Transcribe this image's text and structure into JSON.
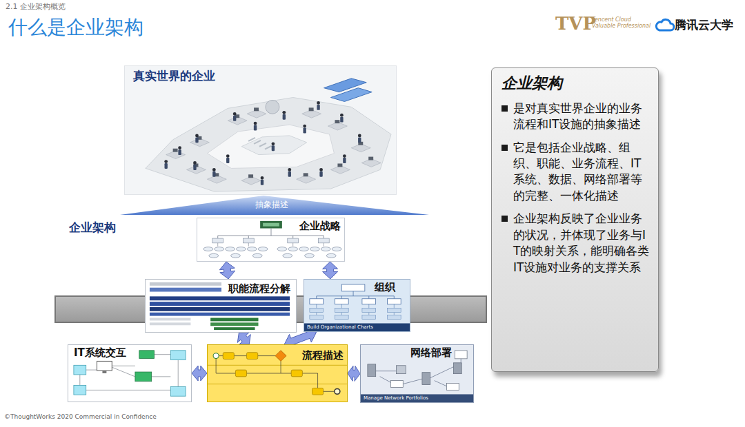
{
  "diagram": {
    "title": "什么是企业架构",
    "nodes": [
      {
        "text": [
          "真实世界的企业"
        ]
      },
      {
        "text": [
          "企业战略"
        ]
      },
      {
        "text": [
          "职能流程分解"
        ]
      },
      {
        "text": [
          "组织"
        ]
      },
      {
        "text": [
          "IT系统交互"
        ]
      },
      {
        "text": [
          "流程描述"
        ]
      },
      {
        "text": [
          "网络部署"
        ]
      },
      {
        "text": [
          "企业架构",
          "是对真实世界企业的业务流程和IT设施的抽象描述",
          "它是包括企业战略、组织、职能、业务流程、IT系统、数据、网络部署等的完整、一体化描述",
          "企业架构反映了企业业务的状况，并体现了业务与IT的映射关系，能明确各类IT设施对业务的支撑关系"
        ]
      }
    ],
    "edges": [
      {
        "from": 1,
        "to": 2,
        "arrow": "both"
      },
      {
        "from": 1,
        "to": 3,
        "arrow": "both"
      },
      {
        "from": 2,
        "to": 5,
        "arrow": "both"
      },
      {
        "from": 3,
        "to": 5,
        "arrow": "both"
      },
      {
        "from": 4,
        "to": 5,
        "arrow": "both"
      },
      {
        "from": 5,
        "to": 6,
        "arrow": "both"
      }
    ],
    "labels": [
      "2.1 企业架构概览",
      "TVP",
      "Tencent Cloud Valuable Professional",
      "腾讯云大学",
      "抽象描述",
      "企业架构",
      "Build Organizational Charts",
      "Manage Network Portfolios",
      "©ThoughtWorks 2020 Commercial in Confidence"
    ]
  }
}
